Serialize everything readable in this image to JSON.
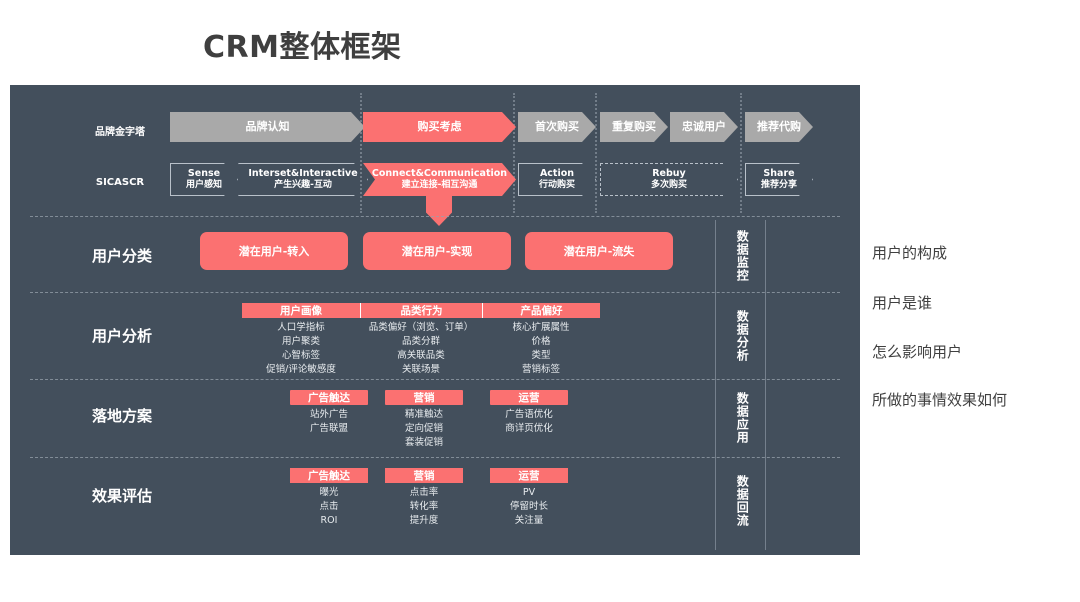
{
  "title": "CRM整体框架",
  "panel": {
    "rows": [
      {
        "label": "品牌金字塔",
        "stages": [
          {
            "text": "品牌认知",
            "style": "gray"
          },
          {
            "text": "购买考虑",
            "style": "pink"
          },
          {
            "text": "首次购买",
            "style": "gray"
          },
          {
            "text": "重复购买",
            "style": "gray"
          },
          {
            "text": "忠诚用户",
            "style": "gray"
          },
          {
            "text": "推荐代购",
            "style": "gray"
          }
        ]
      },
      {
        "label": "SICASCR",
        "stages": [
          {
            "en": "Sense",
            "cn": "用户感知",
            "style": "outline"
          },
          {
            "en": "Interset&Interactive",
            "cn": "产生兴趣-互动",
            "style": "outline"
          },
          {
            "en": "Connect&Communication",
            "cn": "建立连接-相互沟通",
            "style": "pink"
          },
          {
            "en": "Action",
            "cn": "行动购买",
            "style": "outline"
          },
          {
            "en": "Rebuy",
            "cn": "多次购买",
            "style": "outline-dash"
          },
          {
            "en": "Share",
            "cn": "推荐分享",
            "style": "outline"
          }
        ]
      },
      {
        "label": "用户分类",
        "right_label": "数据监控",
        "pills": [
          "潜在用户-转入",
          "潜在用户-实现",
          "潜在用户-流失"
        ]
      },
      {
        "label": "用户分析",
        "right_label": "数据分析",
        "groups": [
          {
            "head": "用户画像",
            "items": [
              "人口学指标",
              "用户聚类",
              "心智标签",
              "促销/评论敏感度"
            ]
          },
          {
            "head": "品类行为",
            "items": [
              "品类偏好（浏览、订单）",
              "品类分群",
              "高关联品类",
              "关联场景"
            ]
          },
          {
            "head": "产品偏好",
            "items": [
              "核心扩展属性",
              "价格",
              "类型",
              "营销标签"
            ]
          }
        ]
      },
      {
        "label": "落地方案",
        "right_label": "数据应用",
        "groups": [
          {
            "head": "广告触达",
            "items": [
              "站外广告",
              "广告联盟"
            ]
          },
          {
            "head": "营销",
            "items": [
              "精准触达",
              "定向促销",
              "套装促销"
            ]
          },
          {
            "head": "运营",
            "items": [
              "广告语优化",
              "商详页优化"
            ]
          }
        ]
      },
      {
        "label": "效果评估",
        "right_label": "数据回流",
        "groups": [
          {
            "head": "广告触达",
            "items": [
              "曝光",
              "点击",
              "ROI"
            ]
          },
          {
            "head": "营销",
            "items": [
              "点击率",
              "转化率",
              "提升度"
            ]
          },
          {
            "head": "运营",
            "items": [
              "PV",
              "停留时长",
              "关注量"
            ]
          }
        ]
      }
    ]
  },
  "notes": [
    "用户的构成",
    "用户是谁",
    "怎么影响用户",
    "所做的事情效果如何"
  ],
  "colors": {
    "panel_bg": "#434f5c",
    "accent_pink": "#fb7171",
    "stage_gray": "#a9a9a9",
    "title_text": "#3f3f3f"
  }
}
